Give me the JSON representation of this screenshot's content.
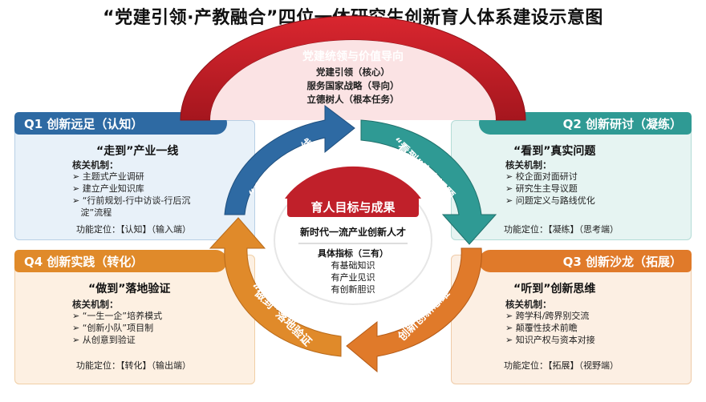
{
  "title": "“党建引领·产教融合”四位一体研究生创新育人体系建设示意图",
  "top": {
    "header": "党建统领与价值导向",
    "lines": [
      "党建引领（核心）",
      "服务国家战略（导向）",
      "立德树人（根本任务）"
    ]
  },
  "q1": {
    "header": "Q1 创新远足（认知）",
    "subtitle": "“走到”产业一线",
    "mech_title": "核关机制：",
    "items": [
      "主题式产业调研",
      "建立产业知识库",
      "“行前规划-行中访谈-行后沉",
      "淀”流程"
    ],
    "func": "功能定位：【认知】（输入端）",
    "arrow": "“走到”产业一线"
  },
  "q2": {
    "header": "Q2 创新研讨（凝练）",
    "subtitle": "“看到”真实问题",
    "mech_title": "核关机制：",
    "items": [
      "校企面对面研讨",
      "研究生主导议题",
      "问题定义与路线优化"
    ],
    "func": "功能定位：【凝练】（思考端）",
    "arrow": "“看到”真实问题"
  },
  "q3": {
    "header": "Q3 创新沙龙（拓展）",
    "subtitle": "“听到”创新思维",
    "mech_title": "核关机制：",
    "items": [
      "跨学科/跨界别交流",
      "颠覆性技术前瞻",
      "知识产权与资本对接"
    ],
    "func": "功能定位：【拓展】（视野端）",
    "arrow": "创新创新思维"
  },
  "q4": {
    "header": "Q4 创新实践（转化）",
    "subtitle": "“做到”落地验证",
    "mech_title": "核关机制：",
    "items": [
      "“一生一企”培养模式",
      "“创新小队”项目制",
      "从创意到验证"
    ],
    "func": "功能定位：【转化】（输出端）",
    "arrow": "“做到”落地验证"
  },
  "center": {
    "title": "育人目标与成果",
    "goal": "新时代一流产业创新人才",
    "indicator_title": "具体指标（三有）",
    "indicators": [
      "有基础知识",
      "有产业见识",
      "有创新胆识"
    ]
  },
  "colors": {
    "red": "#c0202a",
    "blue": "#2e6aa3",
    "teal": "#2f9a94",
    "orange": "#e08a2a",
    "orange_dark": "#d06a20"
  }
}
